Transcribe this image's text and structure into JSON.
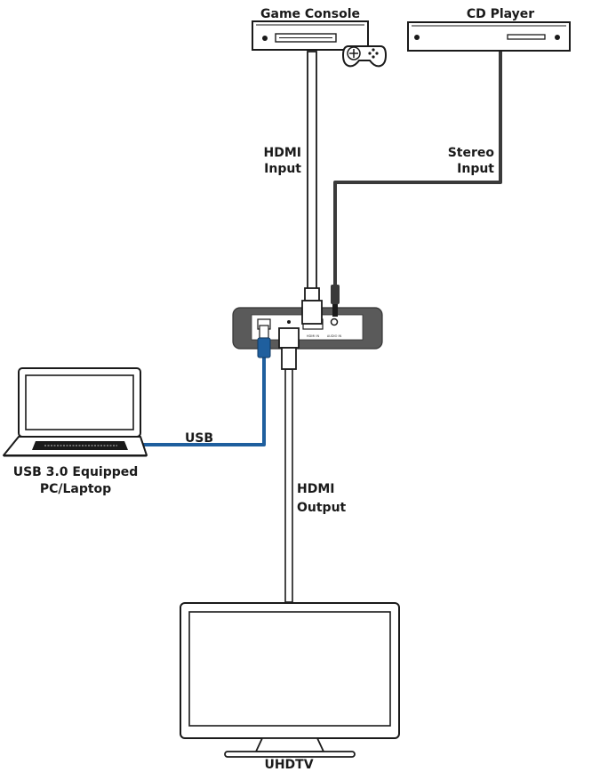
{
  "devices": {
    "game_console": "Game Console",
    "cd_player": "CD Player",
    "laptop_line1": "USB 3.0 Equipped",
    "laptop_line2": "PC/Laptop",
    "tv": "UHDTV"
  },
  "connections": {
    "hdmi_input_line1": "HDMI",
    "hdmi_input_line2": "Input",
    "stereo_input_line1": "Stereo",
    "stereo_input_line2": "Input",
    "usb": "USB",
    "hdmi_output_line1": "HDMI",
    "hdmi_output_line2": "Output"
  },
  "panel_ports": {
    "hdmi_in": "HDMI IN",
    "audio_in": "AUDIO IN"
  },
  "colors": {
    "hdmi_cable": "#ffffff",
    "stereo_cable": "#3a3a3a",
    "usb_cable": "#1f5f9e",
    "device_panel": "#5a5a5a"
  }
}
